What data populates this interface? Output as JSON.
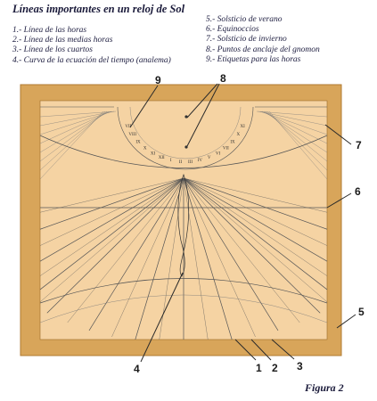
{
  "title": "Líneas  importantes en un reloj de Sol",
  "legend_left": [
    "1.- Línea de las horas",
    "2.- Línea de las medias horas",
    "3.- Línea de los cuartos",
    "4.- Curva de la ecuación del tiempo (analema)"
  ],
  "legend_right": [
    "5.- Solsticio de verano",
    "6.- Equinoccios",
    "7.- Solsticio de invierno",
    "8.- Puntos de anclaje del gnomon",
    "9.- Etiquetas para las horas"
  ],
  "figure_caption": "Figura 2",
  "callouts": [
    "1",
    "2",
    "3",
    "4",
    "5",
    "6",
    "7",
    "8",
    "9"
  ],
  "hour_labels": [
    "VII",
    "VIII",
    "IX",
    "X",
    "XI",
    "XII",
    "I",
    "II",
    "III",
    "IV",
    "V",
    "VI",
    "VII",
    "IX",
    "X",
    "XI"
  ],
  "colors": {
    "frame": "#d8a55a",
    "frame_border": "#b07a30",
    "face": "#f5d3a3",
    "line": "#555555",
    "callout": "#2a2a2a"
  }
}
